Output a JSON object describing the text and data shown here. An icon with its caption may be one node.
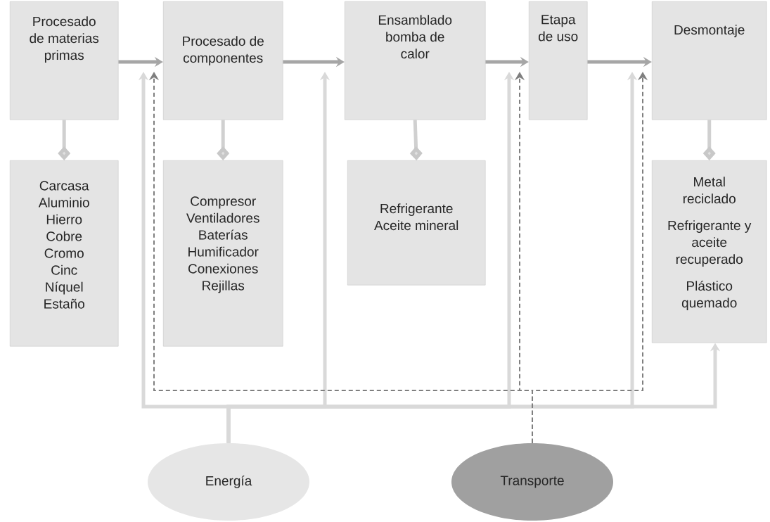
{
  "diagram": {
    "nodes": [
      {
        "text": [
          "Procesado de materias primas"
        ]
      },
      {
        "text": [
          "Procesado de componentes"
        ]
      },
      {
        "text": [
          "Ensamblado bomba de calor"
        ]
      },
      {
        "text": [
          "Etapa de uso"
        ]
      },
      {
        "text": [
          "Desmontaje"
        ]
      },
      {
        "text": [
          "Carcasa",
          "Aluminio",
          "Hierro",
          "Cobre",
          "Cromo",
          "Cinc",
          "Níquel",
          "Estaño"
        ]
      },
      {
        "text": [
          "Compresor",
          "Ventiladores",
          "Baterías",
          "Humificador",
          "Conexiones",
          "Rejillas"
        ]
      },
      {
        "text": [
          "Refrigerante",
          "Aceite mineral"
        ]
      },
      {
        "text": [
          "Metal reciclado",
          "Refrigerante y aceite recuperado",
          "Plástico quemado"
        ]
      },
      {
        "text": [
          "Energía"
        ]
      },
      {
        "text": [
          "Transporte"
        ]
      }
    ],
    "edges": [
      {
        "from": 0,
        "to": 1,
        "arrow": "to"
      },
      {
        "from": 1,
        "to": 2,
        "arrow": "to"
      },
      {
        "from": 2,
        "to": 3,
        "arrow": "to"
      },
      {
        "from": 3,
        "to": 4,
        "arrow": "to"
      },
      {
        "from": 0,
        "to": 5,
        "arrow": "other",
        "color": "#d0d0d0"
      },
      {
        "from": 1,
        "to": 6,
        "arrow": "other",
        "color": "#d0d0d0"
      },
      {
        "from": 2,
        "to": 7,
        "arrow": "other",
        "color": "#d0d0d0"
      },
      {
        "from": 4,
        "to": 8,
        "arrow": "other",
        "color": "#d0d0d0"
      },
      {
        "from": 9,
        "to": 1,
        "arrow": "to",
        "color": "#d9d9d9"
      },
      {
        "from": 9,
        "to": 2,
        "arrow": "to",
        "color": "#d9d9d9"
      },
      {
        "from": 9,
        "to": 3,
        "arrow": "to",
        "color": "#d9d9d9"
      },
      {
        "from": 9,
        "to": 4,
        "arrow": "to",
        "color": "#d9d9d9"
      },
      {
        "from": 9,
        "to": 8,
        "arrow": "to",
        "color": "#d9d9d9"
      },
      {
        "from": 10,
        "to": 1,
        "arrow": "to",
        "style": "dashed",
        "color": "#7f7f7f"
      },
      {
        "from": 10,
        "to": 3,
        "arrow": "to",
        "style": "dashed",
        "color": "#7f7f7f"
      },
      {
        "from": 10,
        "to": 4,
        "arrow": "to",
        "style": "dashed",
        "color": "#7f7f7f"
      }
    ]
  }
}
